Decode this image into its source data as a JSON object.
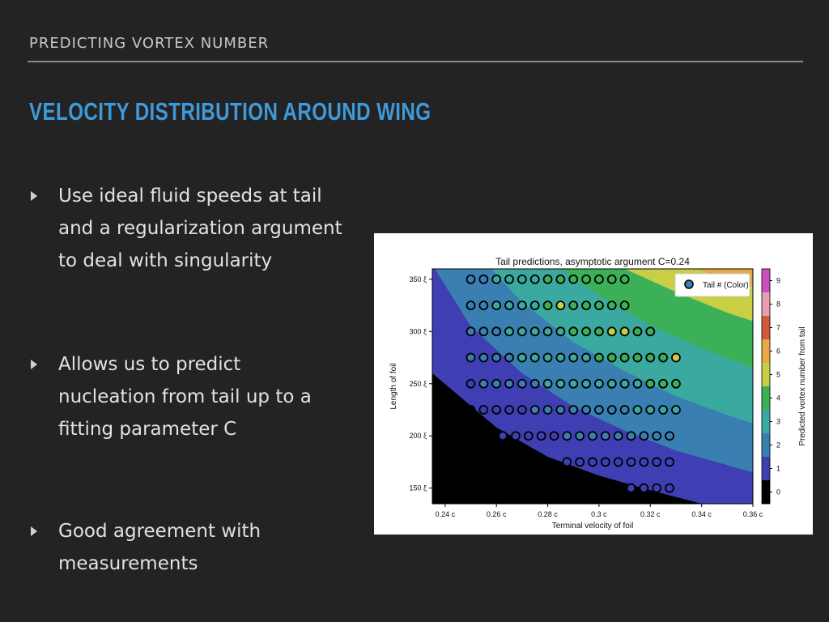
{
  "header": {
    "kicker": "PREDICTING VORTEX NUMBER",
    "title": "VELOCITY DISTRIBUTION AROUND WING"
  },
  "bullets": [
    {
      "lines": [
        "Use ideal fluid speeds at tail",
        "and a regularization argument",
        "to deal with singularity"
      ]
    },
    {
      "lines": [
        "Allows us to predict",
        "nucleation from tail up to a",
        "fitting parameter C"
      ]
    },
    {
      "lines": [
        "Good agreement with",
        "measurements"
      ]
    }
  ],
  "colors": {
    "background": "#232323",
    "title": "#3e9ad8",
    "palette": [
      "#000000",
      "#3f3fb3",
      "#3a7fb2",
      "#3aa9a0",
      "#3cb057",
      "#c8cf45",
      "#e8a843",
      "#d05a3b",
      "#e6a0b4",
      "#cf4fc0"
    ]
  },
  "chart_data": {
    "type": "scatter",
    "title": "Tail predictions, asymptotic argument C=0.24",
    "xlabel": "Terminal velocity of foil",
    "ylabel": "Length of foil",
    "xlim": [
      0.235,
      0.36
    ],
    "ylim": [
      135,
      360
    ],
    "x_ticks": [
      0.24,
      0.26,
      0.28,
      0.3,
      0.32,
      0.34,
      0.36
    ],
    "x_tick_labels": [
      "0.24 c",
      "0.26 c",
      "0.28 c",
      "0.3 c",
      "0.32 c",
      "0.34 c",
      "0.36 c"
    ],
    "y_ticks": [
      150,
      200,
      250,
      300,
      350
    ],
    "y_tick_labels": [
      "150 ξ",
      "200 ξ",
      "250 ξ",
      "300 ξ",
      "350 ξ"
    ],
    "legend": {
      "label": "Tail # (Color)",
      "placement": "top-right"
    },
    "colorbar": {
      "label": "Predicted vortex number from tail",
      "ticks": [
        0,
        1,
        2,
        3,
        4,
        5,
        6,
        7,
        8,
        9
      ]
    },
    "contour": {
      "description_levels": [
        0,
        1,
        2,
        3,
        4,
        5,
        6,
        7,
        8,
        9
      ],
      "boundary_curves": [
        {
          "level": 1,
          "points": [
            [
              0.235,
              260
            ],
            [
              0.26,
              208
            ],
            [
              0.28,
              180
            ],
            [
              0.3,
              162
            ],
            [
              0.32,
              148
            ],
            [
              0.34,
              135
            ]
          ]
        },
        {
          "level": 2,
          "points": [
            [
              0.236,
              360
            ],
            [
              0.25,
              305
            ],
            [
              0.27,
              260
            ],
            [
              0.29,
              228
            ],
            [
              0.31,
              205
            ],
            [
              0.33,
              186
            ],
            [
              0.35,
              172
            ],
            [
              0.36,
              165
            ]
          ]
        },
        {
          "level": 3,
          "points": [
            [
              0.258,
              360
            ],
            [
              0.27,
              328
            ],
            [
              0.29,
              290
            ],
            [
              0.31,
              262
            ],
            [
              0.33,
              238
            ],
            [
              0.35,
              220
            ],
            [
              0.36,
              212
            ]
          ]
        },
        {
          "level": 4,
          "points": [
            [
              0.285,
              360
            ],
            [
              0.3,
              335
            ],
            [
              0.32,
              306
            ],
            [
              0.34,
              284
            ],
            [
              0.36,
              265
            ]
          ]
        },
        {
          "level": 5,
          "points": [
            [
              0.31,
              360
            ],
            [
              0.33,
              338
            ],
            [
              0.35,
              318
            ],
            [
              0.36,
              310
            ]
          ]
        },
        {
          "level": 6,
          "points": [
            [
              0.338,
              360
            ],
            [
              0.35,
              350
            ],
            [
              0.36,
              343
            ]
          ]
        }
      ]
    },
    "series": [
      {
        "marker": "circle",
        "points": [
          {
            "x": 0.25,
            "y": 350,
            "v": 2
          },
          {
            "x": 0.255,
            "y": 350,
            "v": 2
          },
          {
            "x": 0.26,
            "y": 350,
            "v": 3
          },
          {
            "x": 0.265,
            "y": 350,
            "v": 3
          },
          {
            "x": 0.27,
            "y": 350,
            "v": 3
          },
          {
            "x": 0.275,
            "y": 350,
            "v": 3
          },
          {
            "x": 0.28,
            "y": 350,
            "v": 4
          },
          {
            "x": 0.285,
            "y": 350,
            "v": 4
          },
          {
            "x": 0.29,
            "y": 350,
            "v": 4
          },
          {
            "x": 0.295,
            "y": 350,
            "v": 4
          },
          {
            "x": 0.3,
            "y": 350,
            "v": 4
          },
          {
            "x": 0.305,
            "y": 350,
            "v": 4
          },
          {
            "x": 0.31,
            "y": 350,
            "v": 4
          },
          {
            "x": 0.25,
            "y": 325,
            "v": 2
          },
          {
            "x": 0.255,
            "y": 325,
            "v": 2
          },
          {
            "x": 0.26,
            "y": 325,
            "v": 3
          },
          {
            "x": 0.265,
            "y": 325,
            "v": 3
          },
          {
            "x": 0.27,
            "y": 325,
            "v": 3
          },
          {
            "x": 0.275,
            "y": 325,
            "v": 3
          },
          {
            "x": 0.28,
            "y": 325,
            "v": 4
          },
          {
            "x": 0.285,
            "y": 325,
            "v": 5
          },
          {
            "x": 0.29,
            "y": 325,
            "v": 4
          },
          {
            "x": 0.295,
            "y": 325,
            "v": 4
          },
          {
            "x": 0.3,
            "y": 325,
            "v": 4
          },
          {
            "x": 0.305,
            "y": 325,
            "v": 4
          },
          {
            "x": 0.31,
            "y": 325,
            "v": 4
          },
          {
            "x": 0.25,
            "y": 300,
            "v": 2
          },
          {
            "x": 0.255,
            "y": 300,
            "v": 2
          },
          {
            "x": 0.26,
            "y": 300,
            "v": 2
          },
          {
            "x": 0.265,
            "y": 300,
            "v": 3
          },
          {
            "x": 0.27,
            "y": 300,
            "v": 3
          },
          {
            "x": 0.275,
            "y": 300,
            "v": 3
          },
          {
            "x": 0.28,
            "y": 300,
            "v": 3
          },
          {
            "x": 0.285,
            "y": 300,
            "v": 3
          },
          {
            "x": 0.29,
            "y": 300,
            "v": 4
          },
          {
            "x": 0.295,
            "y": 300,
            "v": 4
          },
          {
            "x": 0.3,
            "y": 300,
            "v": 4
          },
          {
            "x": 0.305,
            "y": 300,
            "v": 5
          },
          {
            "x": 0.31,
            "y": 300,
            "v": 5
          },
          {
            "x": 0.315,
            "y": 300,
            "v": 4
          },
          {
            "x": 0.32,
            "y": 300,
            "v": 4
          },
          {
            "x": 0.25,
            "y": 275,
            "v": 2
          },
          {
            "x": 0.255,
            "y": 275,
            "v": 2
          },
          {
            "x": 0.26,
            "y": 275,
            "v": 2
          },
          {
            "x": 0.265,
            "y": 275,
            "v": 2
          },
          {
            "x": 0.27,
            "y": 275,
            "v": 3
          },
          {
            "x": 0.275,
            "y": 275,
            "v": 3
          },
          {
            "x": 0.28,
            "y": 275,
            "v": 3
          },
          {
            "x": 0.285,
            "y": 275,
            "v": 3
          },
          {
            "x": 0.29,
            "y": 275,
            "v": 3
          },
          {
            "x": 0.295,
            "y": 275,
            "v": 3
          },
          {
            "x": 0.3,
            "y": 275,
            "v": 4
          },
          {
            "x": 0.305,
            "y": 275,
            "v": 4
          },
          {
            "x": 0.31,
            "y": 275,
            "v": 4
          },
          {
            "x": 0.315,
            "y": 275,
            "v": 4
          },
          {
            "x": 0.32,
            "y": 275,
            "v": 4
          },
          {
            "x": 0.325,
            "y": 275,
            "v": 4
          },
          {
            "x": 0.33,
            "y": 275,
            "v": 5
          },
          {
            "x": 0.25,
            "y": 250,
            "v": 1
          },
          {
            "x": 0.255,
            "y": 250,
            "v": 2
          },
          {
            "x": 0.26,
            "y": 250,
            "v": 2
          },
          {
            "x": 0.265,
            "y": 250,
            "v": 2
          },
          {
            "x": 0.27,
            "y": 250,
            "v": 2
          },
          {
            "x": 0.275,
            "y": 250,
            "v": 2
          },
          {
            "x": 0.28,
            "y": 250,
            "v": 3
          },
          {
            "x": 0.285,
            "y": 250,
            "v": 3
          },
          {
            "x": 0.29,
            "y": 250,
            "v": 3
          },
          {
            "x": 0.295,
            "y": 250,
            "v": 3
          },
          {
            "x": 0.3,
            "y": 250,
            "v": 3
          },
          {
            "x": 0.305,
            "y": 250,
            "v": 3
          },
          {
            "x": 0.31,
            "y": 250,
            "v": 3
          },
          {
            "x": 0.315,
            "y": 250,
            "v": 3
          },
          {
            "x": 0.32,
            "y": 250,
            "v": 4
          },
          {
            "x": 0.325,
            "y": 250,
            "v": 4
          },
          {
            "x": 0.33,
            "y": 250,
            "v": 4
          },
          {
            "x": 0.25,
            "y": 225,
            "v": 0
          },
          {
            "x": 0.255,
            "y": 225,
            "v": 1
          },
          {
            "x": 0.26,
            "y": 225,
            "v": 1
          },
          {
            "x": 0.265,
            "y": 225,
            "v": 1
          },
          {
            "x": 0.27,
            "y": 225,
            "v": 1
          },
          {
            "x": 0.275,
            "y": 225,
            "v": 2
          },
          {
            "x": 0.28,
            "y": 225,
            "v": 2
          },
          {
            "x": 0.285,
            "y": 225,
            "v": 2
          },
          {
            "x": 0.29,
            "y": 225,
            "v": 2
          },
          {
            "x": 0.295,
            "y": 225,
            "v": 2
          },
          {
            "x": 0.3,
            "y": 225,
            "v": 2
          },
          {
            "x": 0.305,
            "y": 225,
            "v": 2
          },
          {
            "x": 0.31,
            "y": 225,
            "v": 2
          },
          {
            "x": 0.315,
            "y": 225,
            "v": 3
          },
          {
            "x": 0.32,
            "y": 225,
            "v": 3
          },
          {
            "x": 0.325,
            "y": 225,
            "v": 3
          },
          {
            "x": 0.33,
            "y": 225,
            "v": 3
          },
          {
            "x": 0.2625,
            "y": 200,
            "v": 1
          },
          {
            "x": 0.2675,
            "y": 200,
            "v": 1
          },
          {
            "x": 0.2725,
            "y": 200,
            "v": 1
          },
          {
            "x": 0.2775,
            "y": 200,
            "v": 1
          },
          {
            "x": 0.2825,
            "y": 200,
            "v": 1
          },
          {
            "x": 0.2875,
            "y": 200,
            "v": 2
          },
          {
            "x": 0.2925,
            "y": 200,
            "v": 2
          },
          {
            "x": 0.2975,
            "y": 200,
            "v": 2
          },
          {
            "x": 0.3025,
            "y": 200,
            "v": 2
          },
          {
            "x": 0.3075,
            "y": 200,
            "v": 2
          },
          {
            "x": 0.3125,
            "y": 200,
            "v": 2
          },
          {
            "x": 0.3175,
            "y": 200,
            "v": 2
          },
          {
            "x": 0.3225,
            "y": 200,
            "v": 2
          },
          {
            "x": 0.3275,
            "y": 200,
            "v": 2
          },
          {
            "x": 0.2875,
            "y": 175,
            "v": 1
          },
          {
            "x": 0.2925,
            "y": 175,
            "v": 1
          },
          {
            "x": 0.2975,
            "y": 175,
            "v": 1
          },
          {
            "x": 0.3025,
            "y": 175,
            "v": 1
          },
          {
            "x": 0.3075,
            "y": 175,
            "v": 1
          },
          {
            "x": 0.3125,
            "y": 175,
            "v": 1
          },
          {
            "x": 0.3175,
            "y": 175,
            "v": 1
          },
          {
            "x": 0.3225,
            "y": 175,
            "v": 1
          },
          {
            "x": 0.3275,
            "y": 175,
            "v": 1
          },
          {
            "x": 0.3125,
            "y": 150,
            "v": 1
          },
          {
            "x": 0.3175,
            "y": 150,
            "v": 1
          },
          {
            "x": 0.3225,
            "y": 150,
            "v": 1
          },
          {
            "x": 0.3275,
            "y": 150,
            "v": 1
          }
        ]
      }
    ]
  }
}
